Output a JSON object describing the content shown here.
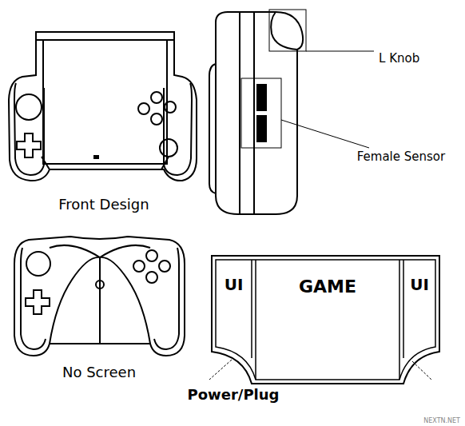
{
  "diagram": {
    "nodes": [
      {
        "text": [
          "UI"
        ]
      },
      {
        "text": [
          "GAME"
        ]
      },
      {
        "text": [
          "UI"
        ]
      }
    ],
    "labels": [
      "Front Design",
      "L Knob",
      "Female Sensor",
      "No Screen",
      "Power/Plug",
      "NEXTN.NET"
    ]
  }
}
